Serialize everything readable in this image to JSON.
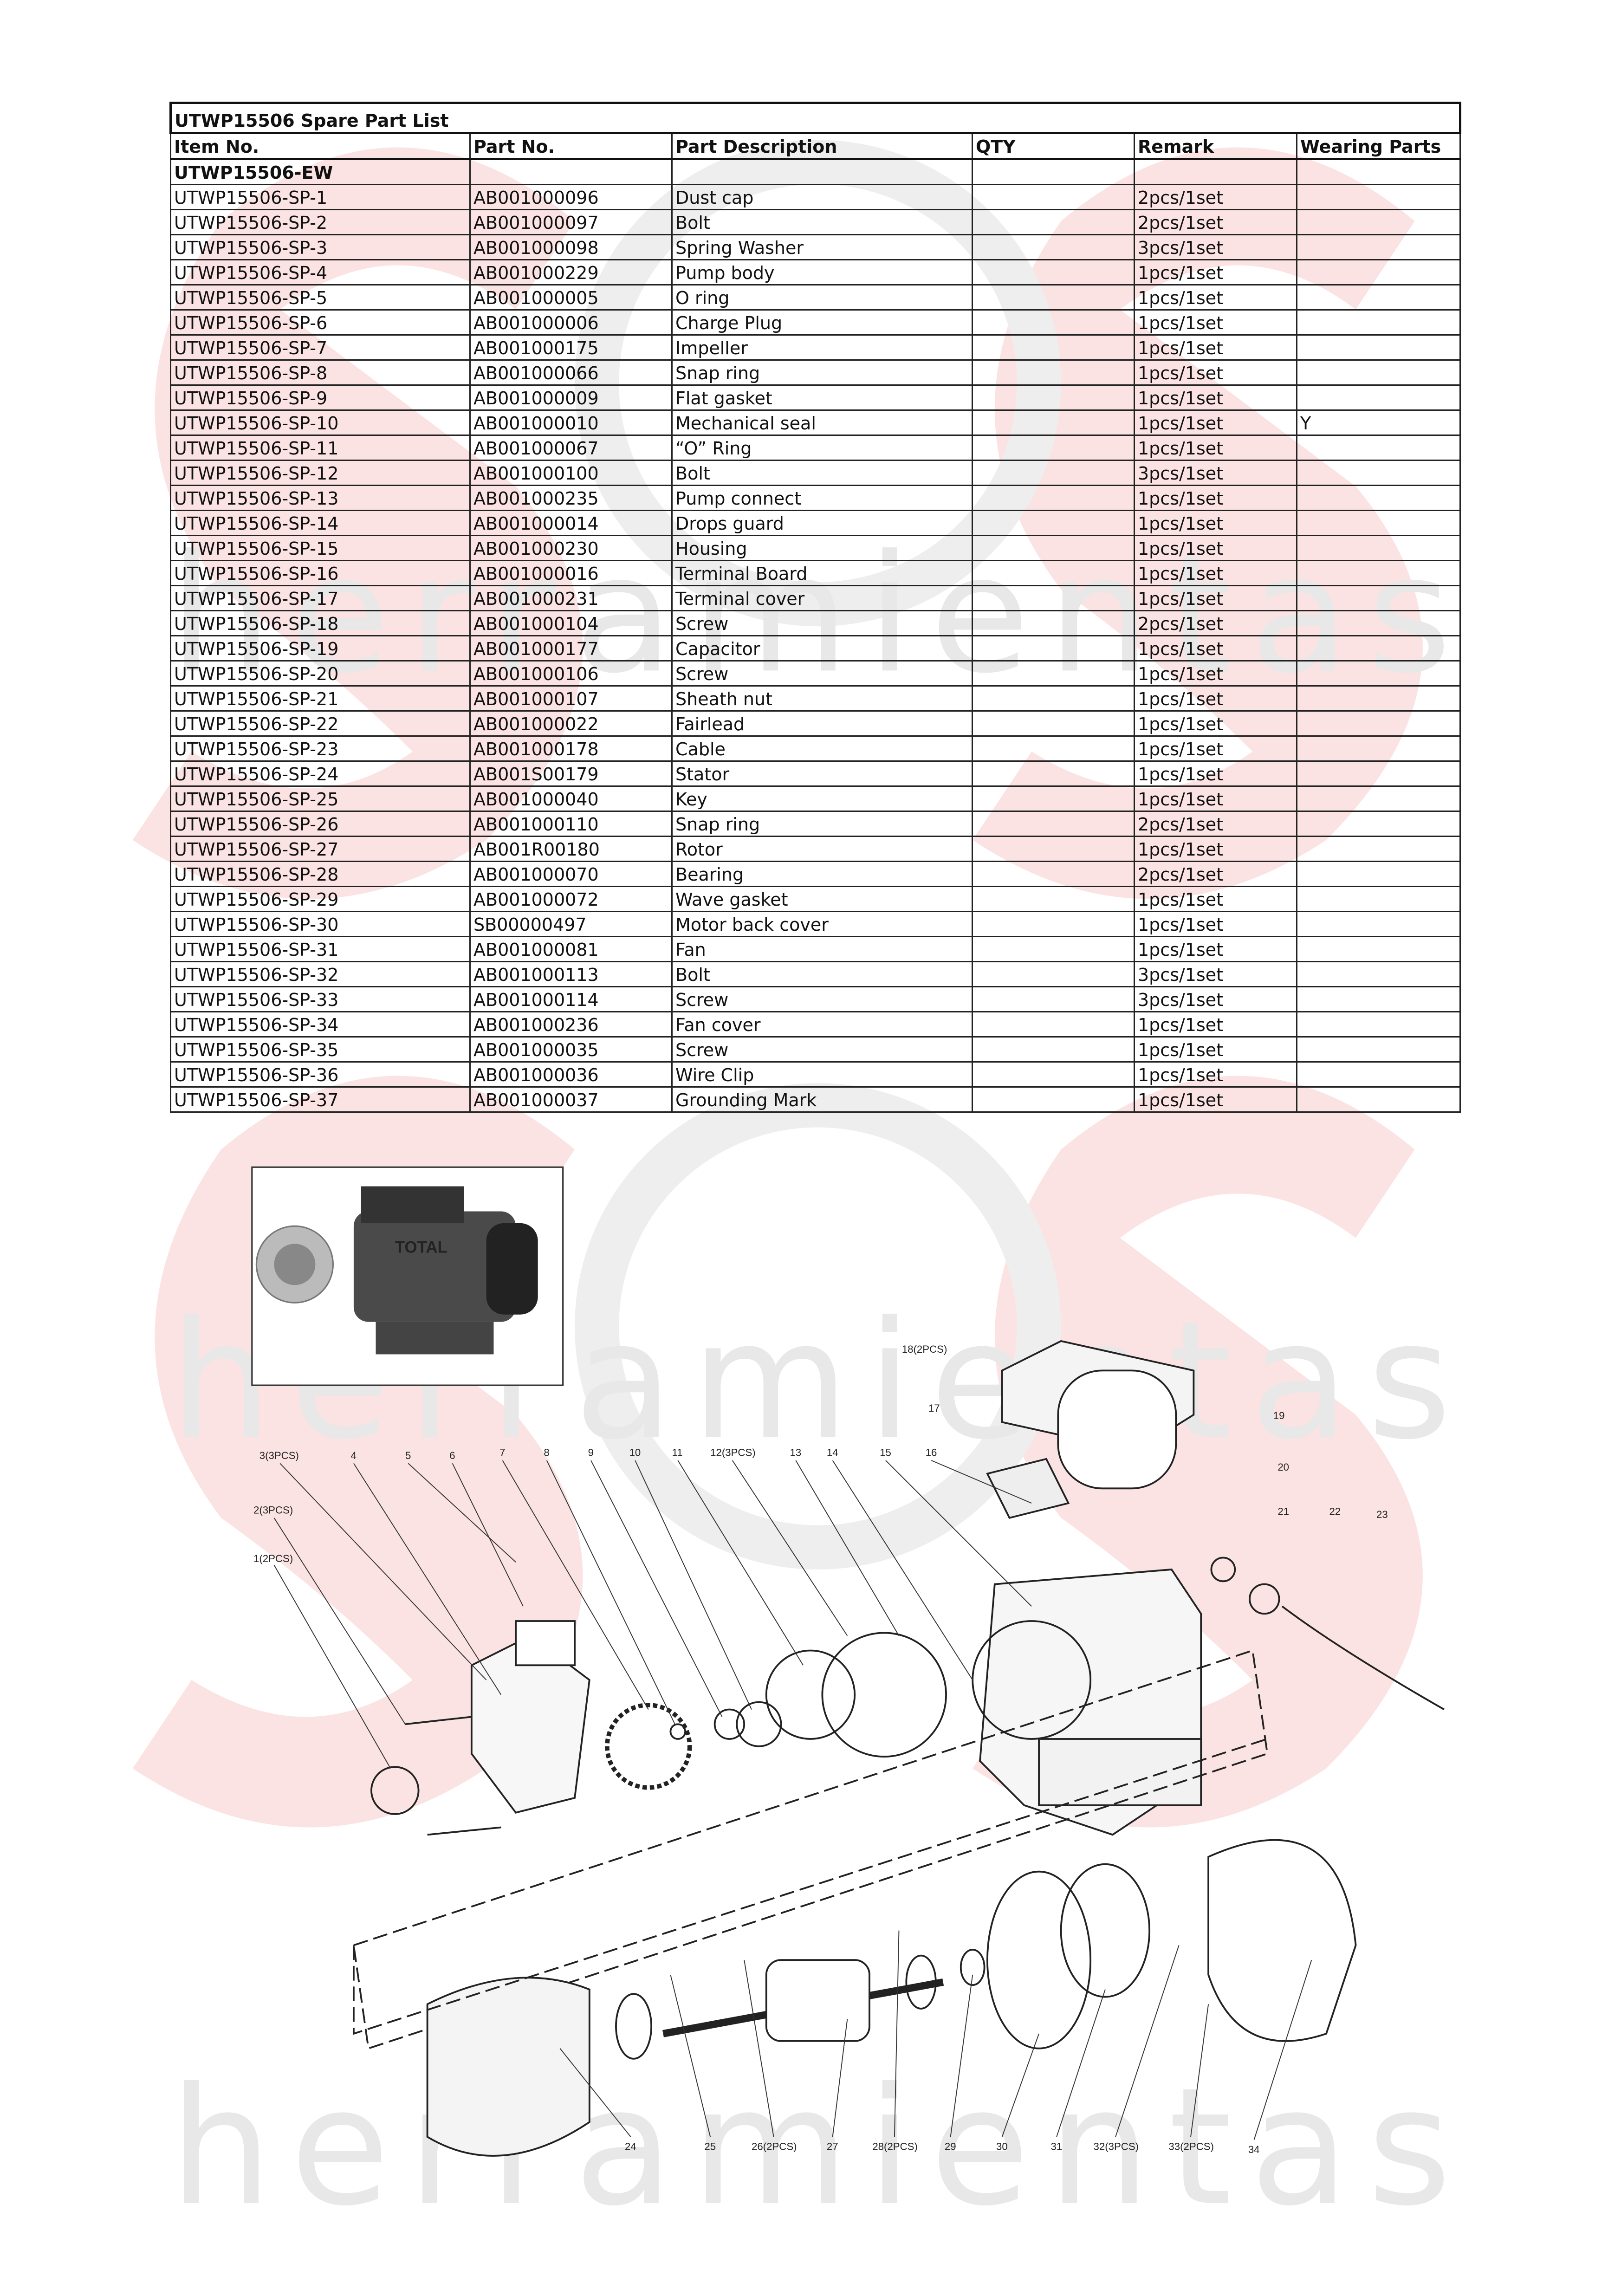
{
  "table": {
    "title": "UTWP15506 Spare Part List",
    "columns": [
      "Item No.",
      "Part No.",
      "Part Description",
      "QTY",
      "Remark",
      "Wearing Parts"
    ],
    "model": "UTWP15506-EW",
    "rows": [
      [
        "UTWP15506-SP-1",
        "AB001000096",
        "Dust cap",
        "",
        "2pcs/1set",
        ""
      ],
      [
        "UTWP15506-SP-2",
        "AB001000097",
        "Bolt",
        "",
        "2pcs/1set",
        ""
      ],
      [
        "UTWP15506-SP-3",
        "AB001000098",
        "Spring Washer",
        "",
        "3pcs/1set",
        ""
      ],
      [
        "UTWP15506-SP-4",
        "AB001000229",
        "Pump body",
        "",
        "1pcs/1set",
        ""
      ],
      [
        "UTWP15506-SP-5",
        "AB001000005",
        "O ring",
        "",
        "1pcs/1set",
        ""
      ],
      [
        "UTWP15506-SP-6",
        "AB001000006",
        "Charge Plug",
        "",
        "1pcs/1set",
        ""
      ],
      [
        "UTWP15506-SP-7",
        "AB001000175",
        "Impeller",
        "",
        "1pcs/1set",
        ""
      ],
      [
        "UTWP15506-SP-8",
        "AB001000066",
        "Snap ring",
        "",
        "1pcs/1set",
        ""
      ],
      [
        "UTWP15506-SP-9",
        "AB001000009",
        "Flat gasket",
        "",
        "1pcs/1set",
        ""
      ],
      [
        "UTWP15506-SP-10",
        "AB001000010",
        "Mechanical seal",
        "",
        "1pcs/1set",
        "Y"
      ],
      [
        "UTWP15506-SP-11",
        "AB001000067",
        "“O” Ring",
        "",
        "1pcs/1set",
        ""
      ],
      [
        "UTWP15506-SP-12",
        "AB001000100",
        "Bolt",
        "",
        "3pcs/1set",
        ""
      ],
      [
        "UTWP15506-SP-13",
        "AB001000235",
        "Pump connect",
        "",
        "1pcs/1set",
        ""
      ],
      [
        "UTWP15506-SP-14",
        "AB001000014",
        "Drops guard",
        "",
        "1pcs/1set",
        ""
      ],
      [
        "UTWP15506-SP-15",
        "AB001000230",
        "Housing",
        "",
        "1pcs/1set",
        ""
      ],
      [
        "UTWP15506-SP-16",
        "AB001000016",
        "Terminal Board",
        "",
        "1pcs/1set",
        ""
      ],
      [
        "UTWP15506-SP-17",
        "AB001000231",
        "Terminal cover",
        "",
        "1pcs/1set",
        ""
      ],
      [
        "UTWP15506-SP-18",
        "AB001000104",
        "Screw",
        "",
        "2pcs/1set",
        ""
      ],
      [
        "UTWP15506-SP-19",
        "AB001000177",
        "Capacitor",
        "",
        "1pcs/1set",
        ""
      ],
      [
        "UTWP15506-SP-20",
        "AB001000106",
        "Screw",
        "",
        "1pcs/1set",
        ""
      ],
      [
        "UTWP15506-SP-21",
        "AB001000107",
        "Sheath nut",
        "",
        "1pcs/1set",
        ""
      ],
      [
        "UTWP15506-SP-22",
        "AB001000022",
        "Fairlead",
        "",
        "1pcs/1set",
        ""
      ],
      [
        "UTWP15506-SP-23",
        "AB001000178",
        "Cable",
        "",
        "1pcs/1set",
        ""
      ],
      [
        "UTWP15506-SP-24",
        "AB001S00179",
        "Stator",
        "",
        "1pcs/1set",
        ""
      ],
      [
        "UTWP15506-SP-25",
        "AB001000040",
        "Key",
        "",
        "1pcs/1set",
        ""
      ],
      [
        "UTWP15506-SP-26",
        "AB001000110",
        "Snap ring",
        "",
        "2pcs/1set",
        ""
      ],
      [
        "UTWP15506-SP-27",
        "AB001R00180",
        "Rotor",
        "",
        "1pcs/1set",
        ""
      ],
      [
        "UTWP15506-SP-28",
        "AB001000070",
        "Bearing",
        "",
        "2pcs/1set",
        ""
      ],
      [
        "UTWP15506-SP-29",
        "AB001000072",
        "Wave gasket",
        "",
        "1pcs/1set",
        ""
      ],
      [
        "UTWP15506-SP-30",
        "SB00000497",
        "Motor back cover",
        "",
        "1pcs/1set",
        ""
      ],
      [
        "UTWP15506-SP-31",
        "AB001000081",
        "Fan",
        "",
        "1pcs/1set",
        ""
      ],
      [
        "UTWP15506-SP-32",
        "AB001000113",
        "Bolt",
        "",
        "3pcs/1set",
        ""
      ],
      [
        "UTWP15506-SP-33",
        "AB001000114",
        "Screw",
        "",
        "3pcs/1set",
        ""
      ],
      [
        "UTWP15506-SP-34",
        "AB001000236",
        "Fan cover",
        "",
        "1pcs/1set",
        ""
      ],
      [
        "UTWP15506-SP-35",
        "AB001000035",
        "Screw",
        "",
        "1pcs/1set",
        ""
      ],
      [
        "UTWP15506-SP-36",
        "AB001000036",
        "Wire Clip",
        "",
        "1pcs/1set",
        ""
      ],
      [
        "UTWP15506-SP-37",
        "AB001000037",
        "Grounding Mark",
        "",
        "1pcs/1set",
        ""
      ]
    ]
  },
  "diagram": {
    "labels_top": [
      "3(3PCS)",
      "4",
      "5",
      "6",
      "7",
      "8",
      "9",
      "10",
      "11",
      "12(3PCS)",
      "13",
      "14",
      "15",
      "16"
    ],
    "labels_left": [
      "2(3PCS)",
      "1(2PCS)"
    ],
    "labels_upper": [
      "18(2PCS)",
      "17",
      "19",
      "20",
      "21",
      "22",
      "23"
    ],
    "labels_bottom": [
      "24",
      "25",
      "26(2PCS)",
      "27",
      "28(2PCS)",
      "29",
      "30",
      "31",
      "32(3PCS)",
      "33(2PCS)",
      "34"
    ],
    "brand": "TOTAL"
  },
  "watermark": "herramientas",
  "colors": {
    "watermark_red": "#f7d6d6",
    "watermark_gray": "#e6e6e6"
  }
}
